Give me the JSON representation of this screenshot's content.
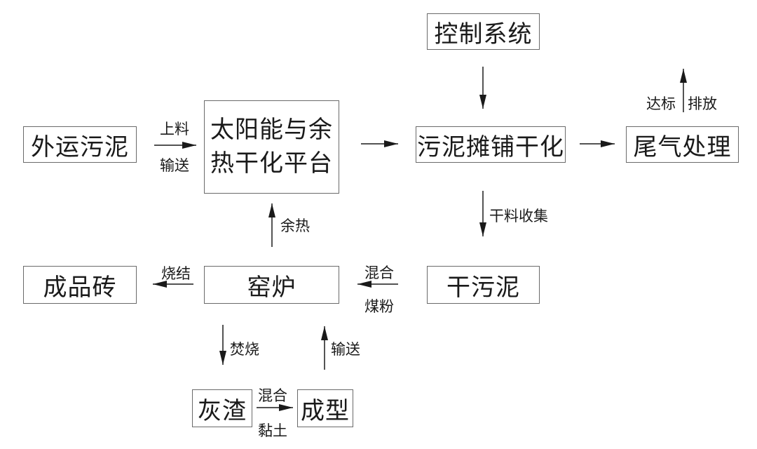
{
  "nodes": {
    "waiyun": "外运污泥",
    "taiyang_line1": "太阳能与余",
    "taiyang_line2": "热干化平台",
    "kongzhi": "控制系统",
    "tanpu": "污泥摊铺干化",
    "weiqi": "尾气处理",
    "chengpin": "成品砖",
    "yaolu": "窑炉",
    "ganwuni": "干污泥",
    "huizha": "灰渣",
    "chengxing": "成型"
  },
  "labels": {
    "shangliao": "上料",
    "shusong1": "输送",
    "dabiao": "达标",
    "paifang": "排放",
    "ganliao": "干料收集",
    "yure": "余热",
    "shaojie": "烧结",
    "hunhe1": "混合",
    "meifen": "煤粉",
    "fenshao": "焚烧",
    "shusong2": "输送",
    "hunhe2": "混合",
    "niantu": "黏土"
  }
}
